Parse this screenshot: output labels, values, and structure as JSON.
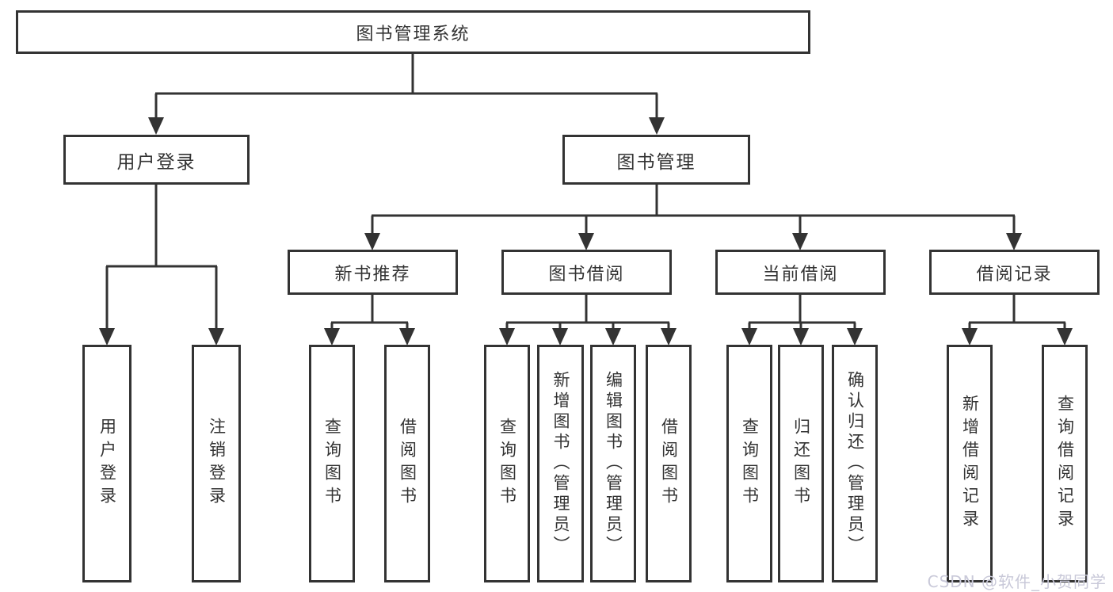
{
  "diagram": {
    "root": {
      "label": "图书管理系统"
    },
    "level2": [
      {
        "id": "user-login",
        "label": "用户登录"
      },
      {
        "id": "book-management",
        "label": "图书管理"
      }
    ],
    "level3": [
      {
        "id": "new-book-recommend",
        "label": "新书推荐"
      },
      {
        "id": "book-borrowing",
        "label": "图书借阅"
      },
      {
        "id": "current-borrowing",
        "label": "当前借阅"
      },
      {
        "id": "borrowing-records",
        "label": "借阅记录"
      }
    ],
    "leaves": [
      {
        "group": "user-login",
        "label": "用户登录"
      },
      {
        "group": "user-login",
        "label": "注销登录"
      },
      {
        "group": "new-book-recommend",
        "label": "查询图书"
      },
      {
        "group": "new-book-recommend",
        "label": "借阅图书"
      },
      {
        "group": "book-borrowing",
        "label": "查询图书"
      },
      {
        "group": "book-borrowing",
        "label": "新增图书（管理员）"
      },
      {
        "group": "book-borrowing",
        "label": "编辑图书（管理员）"
      },
      {
        "group": "book-borrowing",
        "label": "借阅图书"
      },
      {
        "group": "current-borrowing",
        "label": "查询图书"
      },
      {
        "group": "current-borrowing",
        "label": "归还图书"
      },
      {
        "group": "current-borrowing",
        "label": "确认归还（管理员）"
      },
      {
        "group": "borrowing-records",
        "label": "新增借阅记录"
      },
      {
        "group": "borrowing-records",
        "label": "查询借阅记录"
      }
    ],
    "colors": {
      "line": "#333333",
      "box_border": "#333333",
      "text": "#333333",
      "background": "#ffffff",
      "watermark": "#c9c9d9"
    }
  },
  "watermark": {
    "text": "CSDN @软件_小贺同学"
  }
}
